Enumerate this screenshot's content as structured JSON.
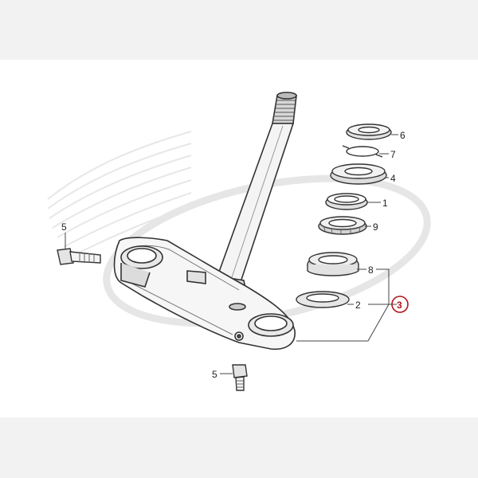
{
  "diagram": {
    "callouts": [
      "1",
      "2",
      "3",
      "4",
      "5",
      "5",
      "6",
      "7",
      "8",
      "9"
    ],
    "highlighted_callout": "3",
    "colors": {
      "highlight": "#b0151c",
      "line": "#333333",
      "watermark": "#e4e4e4"
    }
  }
}
